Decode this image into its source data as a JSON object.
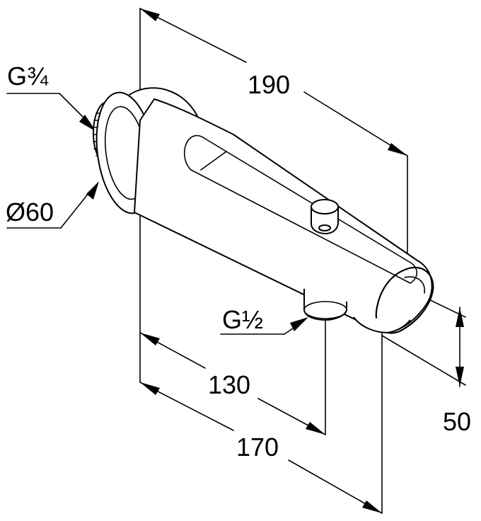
{
  "labels": {
    "dim_190": "190",
    "dim_130": "130",
    "dim_170": "170",
    "dim_50": "50",
    "thread_g34": "G¾",
    "thread_g12": "G½",
    "diameter_60": "Ø60"
  },
  "colors": {
    "line": "#000000",
    "background": "#ffffff"
  }
}
